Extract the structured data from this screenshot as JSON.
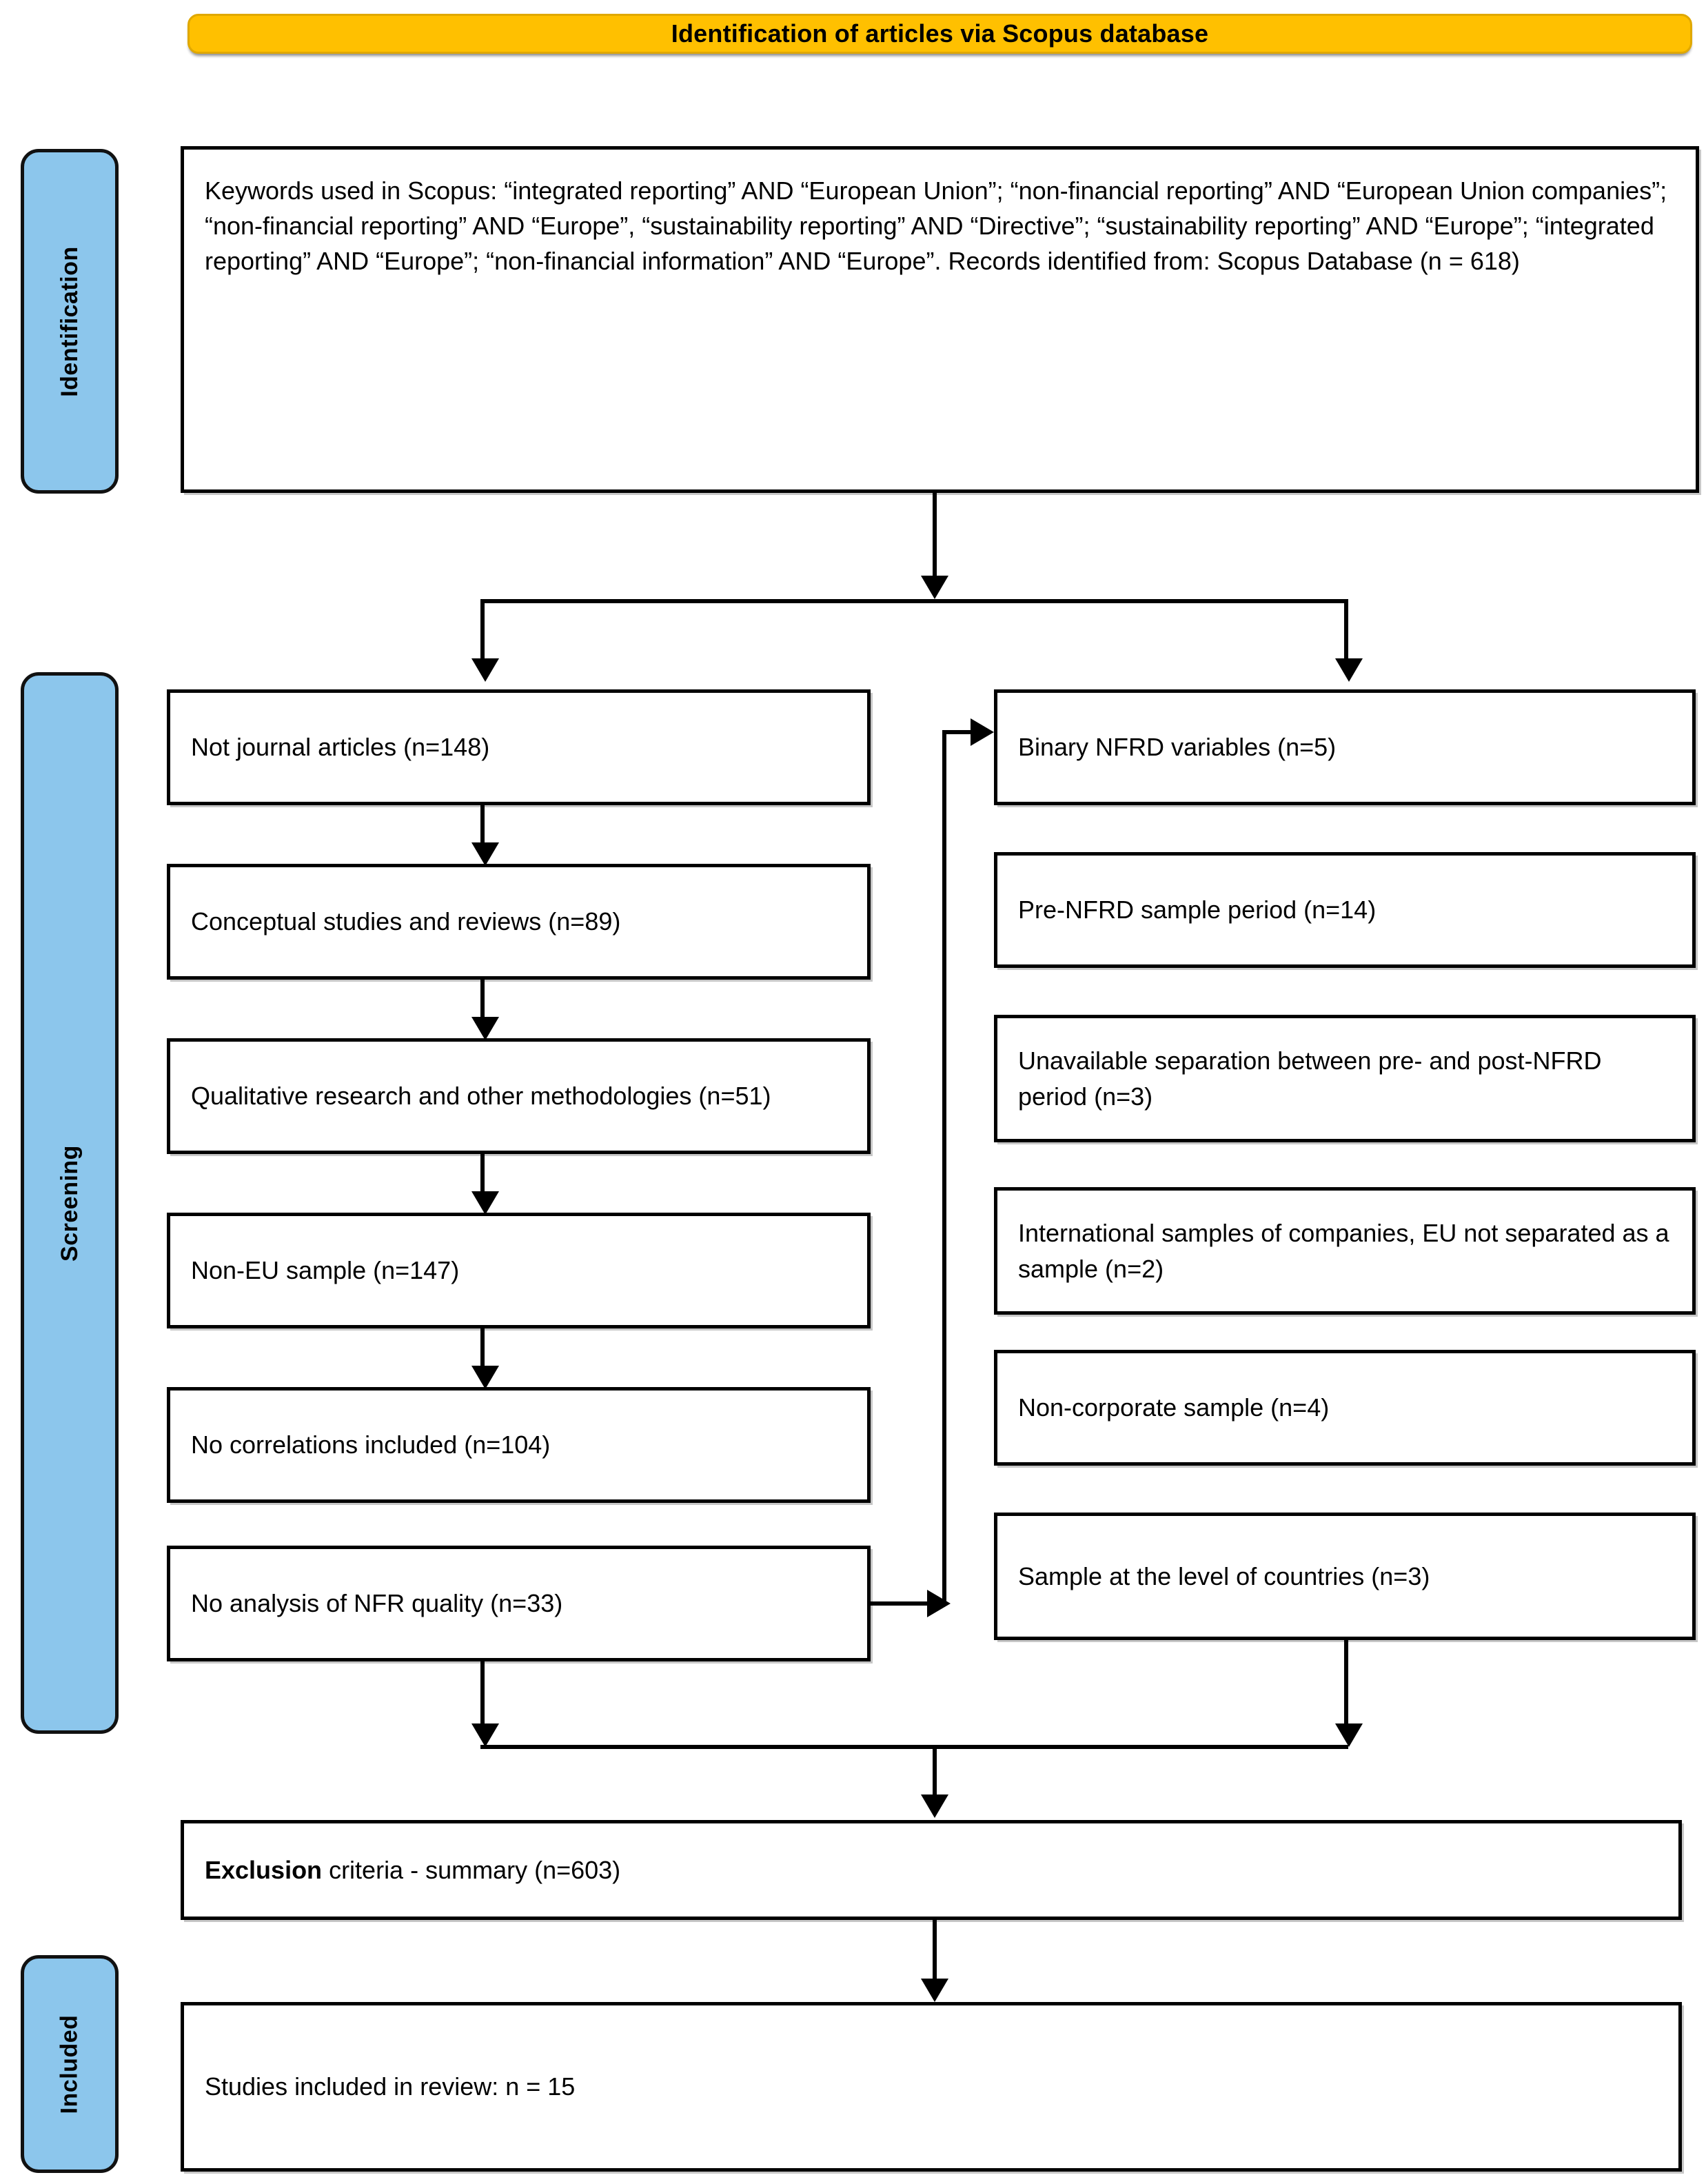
{
  "diagram": {
    "title": "Identification of articles via Scopus database",
    "colors": {
      "header_fill": "#FFC000",
      "stage_label_fill": "#8CC6EC",
      "box_fill": "#FFFFFF",
      "line": "#000000"
    }
  },
  "stages": {
    "identification": "Identification",
    "screening": "Screening",
    "included": "Included"
  },
  "identification_box": {
    "keywords": "Keywords used in Scopus: “integrated reporting” AND “European Union”; “non-financial reporting” AND “European Union companies”; “non-financial reporting” AND “Europe”, “sustainability reporting” AND “Directive”; “sustainability reporting” AND “Europe”; “integrated reporting” AND “Europe”; “non-financial information” AND “Europe”.",
    "records": "Records identified from: Scopus Database (n = 618)"
  },
  "exclusions_left": [
    {
      "label": "Not journal articles (n=148)",
      "n": 148
    },
    {
      "label": "Conceptual studies and reviews (n=89)",
      "n": 89
    },
    {
      "label": "Qualitative research and other methodologies (n=51)",
      "n": 51
    },
    {
      "label": "Non-EU sample (n=147)",
      "n": 147
    },
    {
      "label": "No correlations included (n=104)",
      "n": 104
    },
    {
      "label": "No analysis of NFR quality (n=33)",
      "n": 33
    }
  ],
  "exclusions_right": [
    {
      "label": "Binary NFRD variables (n=5)",
      "n": 5
    },
    {
      "label": "Pre-NFRD sample period (n=14)",
      "n": 14
    },
    {
      "label": "Unavailable separation between pre- and post-NFRD period (n=3)",
      "n": 3
    },
    {
      "label": "International samples of companies, EU not separated as a sample (n=2)",
      "n": 2
    },
    {
      "label": "Non-corporate sample (n=4)",
      "n": 4
    },
    {
      "label": "Sample at the level of countries (n=3)",
      "n": 3
    }
  ],
  "summary_box": {
    "bold_word": "Exclusion",
    "rest": " criteria - summary (n=603)",
    "n": 603
  },
  "included_box": {
    "label": "Studies included in review: n = 15",
    "n": 15
  },
  "chart_data": {
    "type": "table",
    "title": "Identification of articles via Scopus database",
    "records_identified": 618,
    "total_excluded": 603,
    "included": 15,
    "categories": [
      "Not journal articles",
      "Conceptual studies and reviews",
      "Qualitative research and other methodologies",
      "Non-EU sample",
      "No correlations included",
      "No analysis of NFR quality",
      "Binary NFRD variables",
      "Pre-NFRD sample period",
      "Unavailable separation between pre- and post-NFRD period",
      "International samples of companies, EU not separated as a sample",
      "Non-corporate sample",
      "Sample at the level of countries"
    ],
    "values": [
      148,
      89,
      51,
      147,
      104,
      33,
      5,
      14,
      3,
      2,
      4,
      3
    ]
  }
}
